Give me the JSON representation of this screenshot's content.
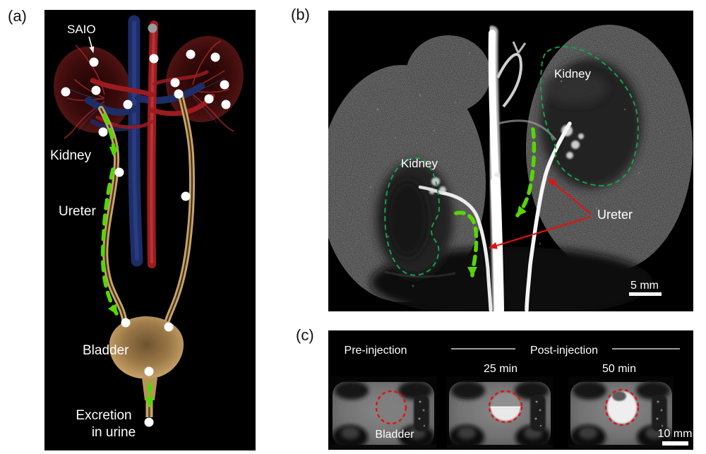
{
  "figure": {
    "panel_a": {
      "letter": "(a)",
      "label_saio": "SAIO",
      "label_kidney": "Kidney",
      "label_ureter": "Ureter",
      "label_bladder": "Bladder",
      "label_excretion_1": "Excretion",
      "label_excretion_2": "in urine"
    },
    "panel_b": {
      "letter": "(b)",
      "label_kidney_right": "Kidney",
      "label_kidney_left": "Kidney",
      "label_ureter": "Ureter",
      "scale_bar_label": "5 mm"
    },
    "panel_c": {
      "letter": "(c)",
      "header_pre": "Pre-injection",
      "header_post": "Post-injection",
      "time_1": "25 min",
      "time_2": "50 min",
      "label_bladder": "Bladder",
      "scale_bar_label": "10 mm"
    },
    "colors": {
      "flow_arrow_green": "#57d606",
      "kidney_outline_green": "#14a04c",
      "annotation_red": "#e01312",
      "vein_blue": "#1d2d66",
      "artery_red": "#9c1b20",
      "ureter_tan": "#c9a368"
    }
  }
}
